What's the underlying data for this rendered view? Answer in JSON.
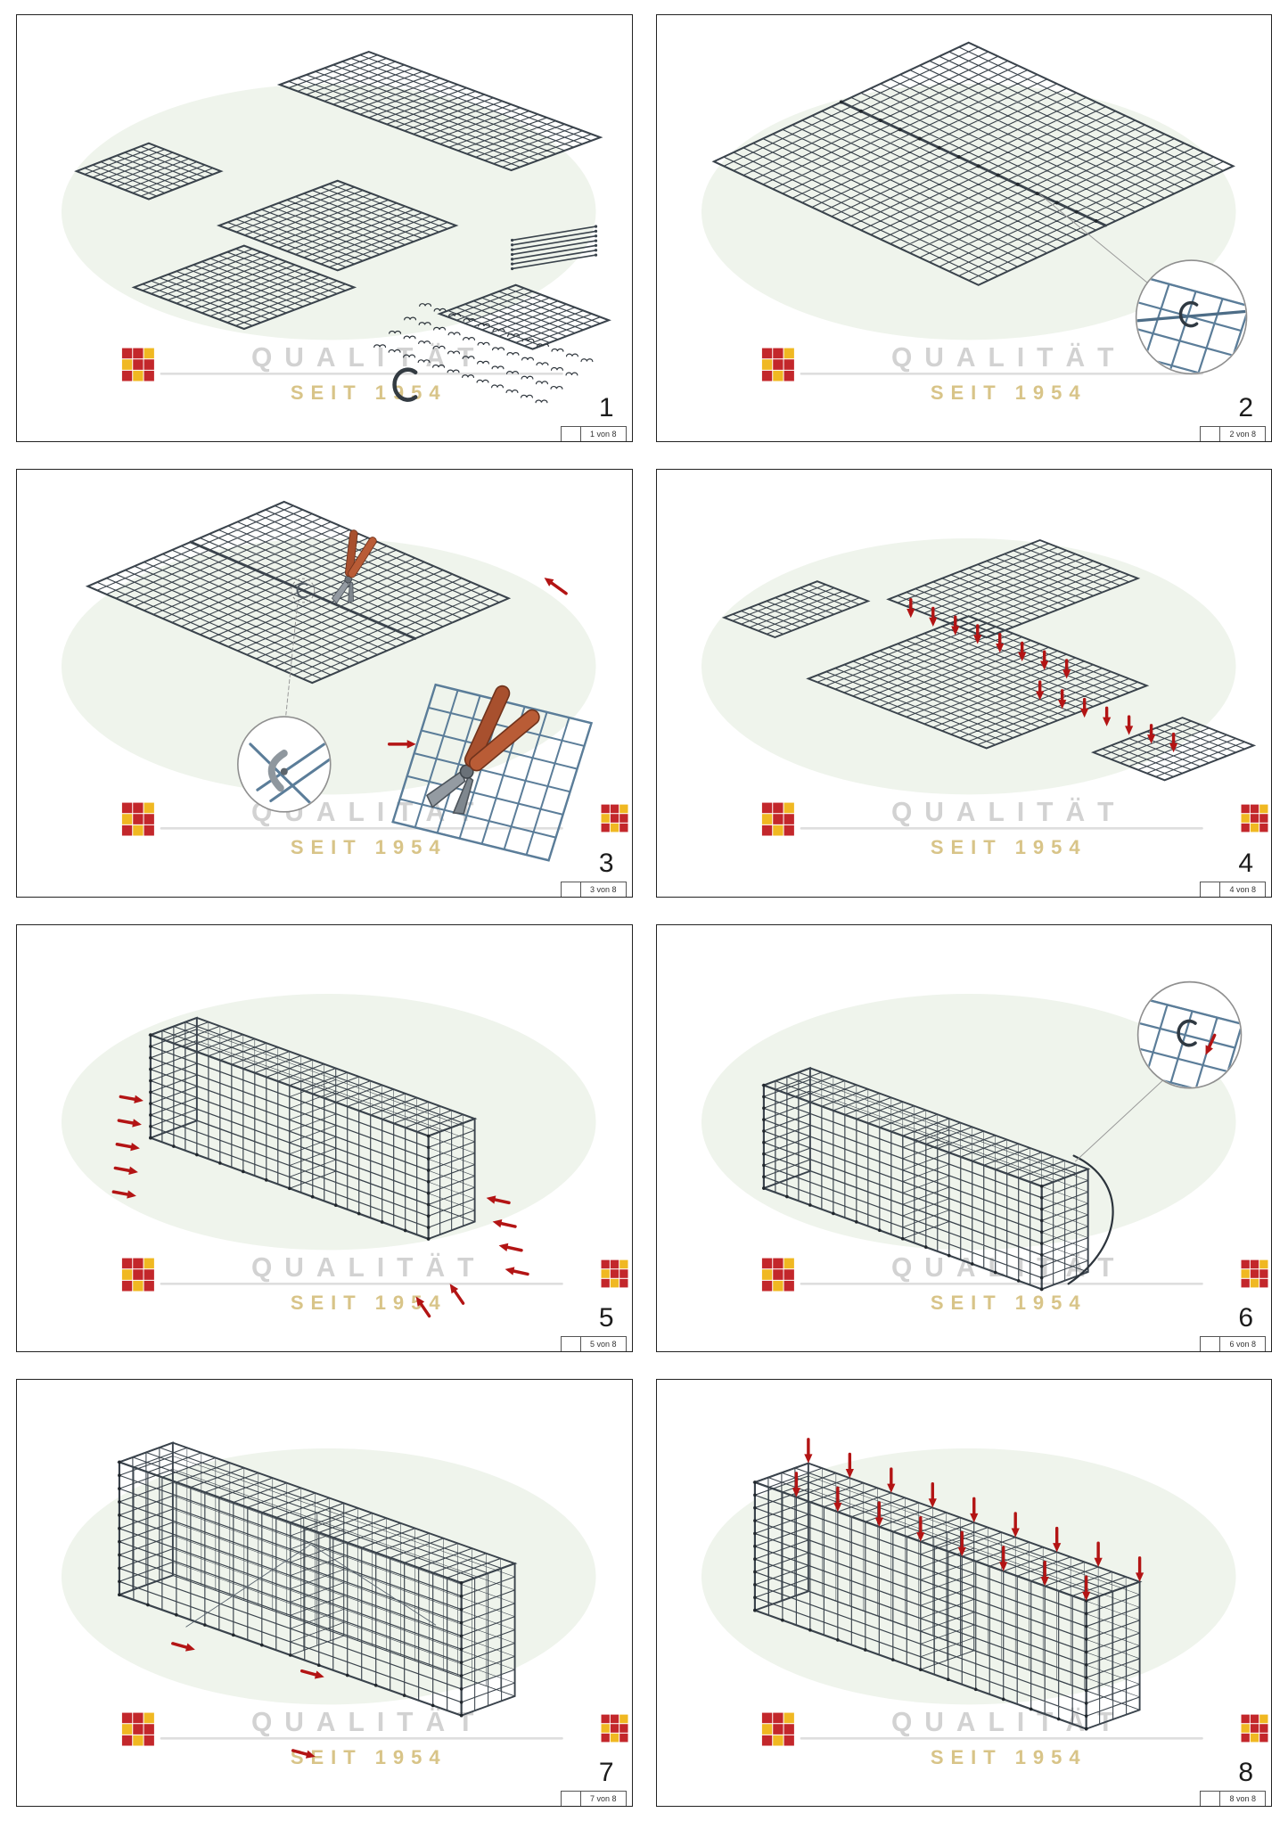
{
  "watermark": {
    "line1": "QUALITÄT",
    "line2": "SEIT 1954"
  },
  "colors": {
    "mesh": "#3a434c",
    "mesh_blue": "#5b7d99",
    "arrow": "#b31414",
    "ellipse": "#eff4ec",
    "watermark_text": "#d2d2d2",
    "watermark_sub": "#d8c488",
    "logo_red": "#c3272b",
    "logo_yellow": "#f0b822",
    "pliers_handle": "#a8502e",
    "pliers_metal": "#949ba2"
  },
  "steps": [
    {
      "number": "1",
      "page_label": "1 von 8"
    },
    {
      "number": "2",
      "page_label": "2 von 8"
    },
    {
      "number": "3",
      "page_label": "3 von 8"
    },
    {
      "number": "4",
      "page_label": "4 von 8"
    },
    {
      "number": "5",
      "page_label": "5 von 8"
    },
    {
      "number": "6",
      "page_label": "6 von 8"
    },
    {
      "number": "7",
      "page_label": "7 von 8"
    },
    {
      "number": "8",
      "page_label": "8 von 8"
    }
  ]
}
